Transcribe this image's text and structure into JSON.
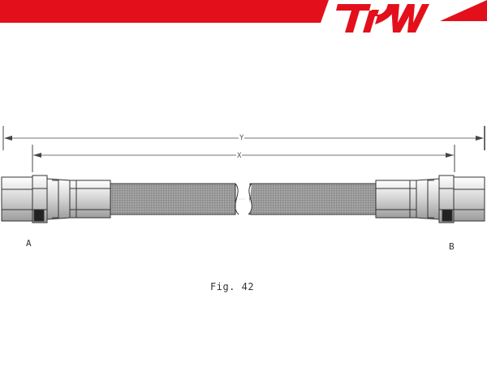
{
  "brand": {
    "logo_text": "TRW",
    "accent_color": "#e3101b"
  },
  "diagram": {
    "dimension_overall": "Y",
    "dimension_hose": "X",
    "end_a_label": "A",
    "end_b_label": "B",
    "caption": "Fig. 42"
  }
}
